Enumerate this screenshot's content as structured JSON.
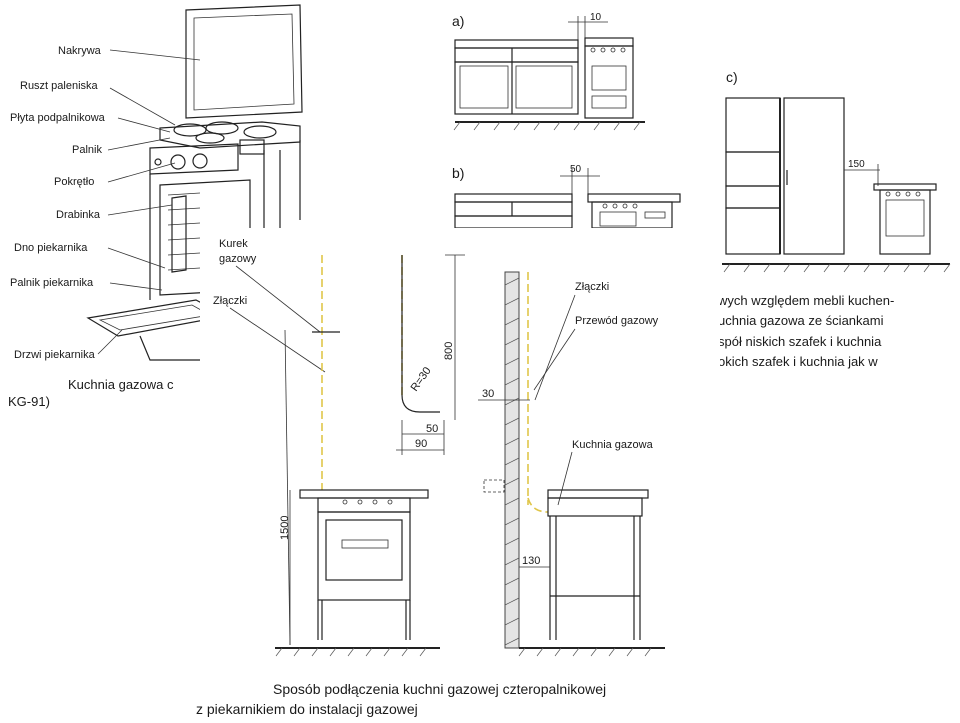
{
  "stove_parts": {
    "nakrywa": "Nakrywa",
    "ruszt": "Ruszt paleniska",
    "plyta": "Płyta podpalnikowa",
    "palnik": "Palnik",
    "pokretlo": "Pokrętło",
    "drabinka": "Drabinka",
    "dno": "Dno piekarnika",
    "palnik_piek": "Palnik piekarnika",
    "drzwi": "Drzwi piekarnika",
    "caption": "Kuchnia gazowa c",
    "model": "KG-91)"
  },
  "cabinets": {
    "a_label": "a)",
    "a_dim": "10",
    "b_label": "b)",
    "b_dim": "50",
    "c_label": "c)",
    "c_dim": "150"
  },
  "cabinet_text": {
    "line1": "wych względem mebli kuchen-",
    "line2": "uchnia gazowa ze ściankami",
    "line3": "spół niskich szafek i kuchnia",
    "line4": "okich szafek i kuchnia jak w"
  },
  "install_left": {
    "kurek1": "Kurek",
    "kurek2": "gazowy",
    "zlaczki": "Złączki",
    "dim_800": "800",
    "dim_r": "R=30",
    "dim_50": "50",
    "dim_90": "90",
    "dim_1500": "1500"
  },
  "install_right": {
    "zlaczki": "Złączki",
    "przewod": "Przewód gazowy",
    "dim_30": "30",
    "kuchnia": "Kuchnia gazowa",
    "dim_130": "130"
  },
  "caption": {
    "line1": "Sposób podłączenia kuchni gazowej czteropalnikowej",
    "line2": "z piekarnikiem do instalacji gazowej"
  }
}
